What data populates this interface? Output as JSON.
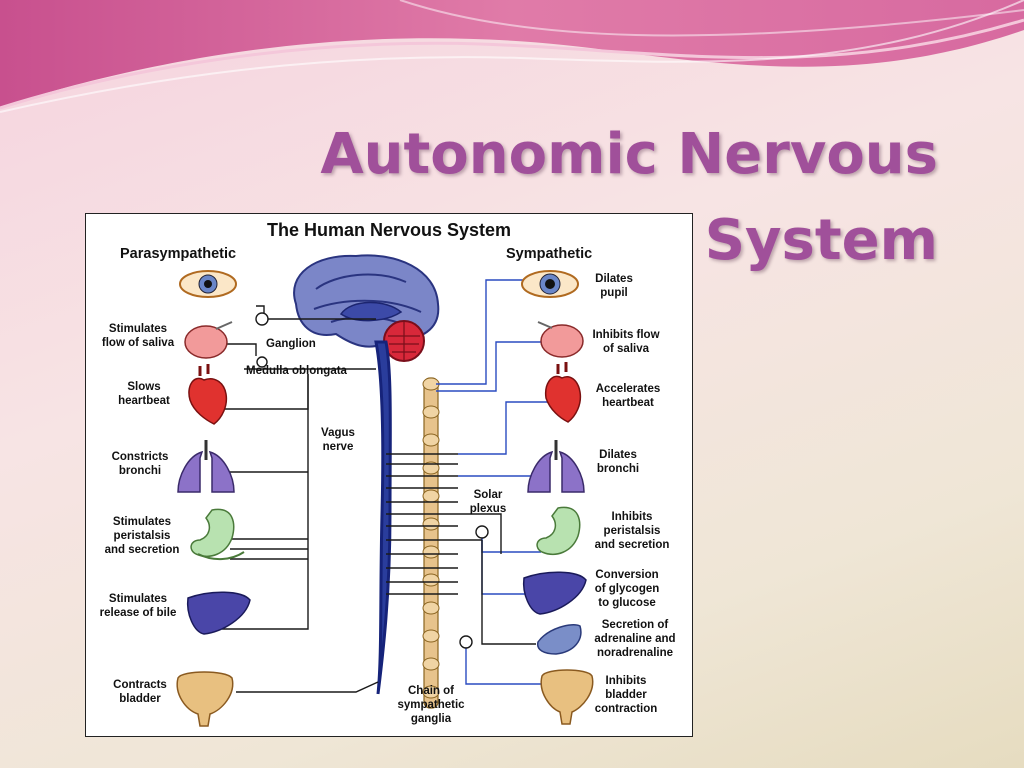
{
  "slide": {
    "title_line1": "Autonomic Nervous",
    "title_line2": "System"
  },
  "diagram": {
    "heading": "The Human Nervous System",
    "parasympathetic_heading": "Parasympathetic",
    "sympathetic_heading": "Sympathetic",
    "ganglion": "Ganglion",
    "medulla": "Medulla oblongata",
    "vagus": [
      "Vagus",
      "nerve"
    ],
    "solar_plexus": [
      "Solar",
      "plexus"
    ],
    "chain": [
      "Chain of",
      "sympathetic",
      "ganglia"
    ],
    "parasympathetic": [
      {
        "lines": [
          "Stimulates",
          "flow of saliva"
        ]
      },
      {
        "lines": [
          "Slows",
          "heartbeat"
        ]
      },
      {
        "lines": [
          "Constricts",
          "bronchi"
        ]
      },
      {
        "lines": [
          "Stimulates",
          "peristalsis",
          "and secretion"
        ]
      },
      {
        "lines": [
          "Stimulates",
          "release of bile"
        ]
      },
      {
        "lines": [
          "Contracts",
          "bladder"
        ]
      }
    ],
    "sympathetic": [
      {
        "lines": [
          "Dilates",
          "pupil"
        ]
      },
      {
        "lines": [
          "Inhibits flow",
          "of saliva"
        ]
      },
      {
        "lines": [
          "Accelerates",
          "heartbeat"
        ]
      },
      {
        "lines": [
          "Dilates",
          "bronchi"
        ]
      },
      {
        "lines": [
          "Inhibits",
          "peristalsis",
          "and secretion"
        ]
      },
      {
        "lines": [
          "Conversion",
          "of glycogen",
          "to glucose"
        ]
      },
      {
        "lines": [
          "Secretion of",
          "adrenaline and",
          "noradrenaline"
        ]
      },
      {
        "lines": [
          "Inhibits",
          "bladder",
          "contraction"
        ]
      }
    ]
  },
  "colors": {
    "title": "#a0509a",
    "brain": "#7b86c8",
    "cord": "#2a3d9c",
    "chain": "#e7c38c",
    "nerve_line": "#1a1a1a",
    "blue_line": "#2a4cc0"
  }
}
